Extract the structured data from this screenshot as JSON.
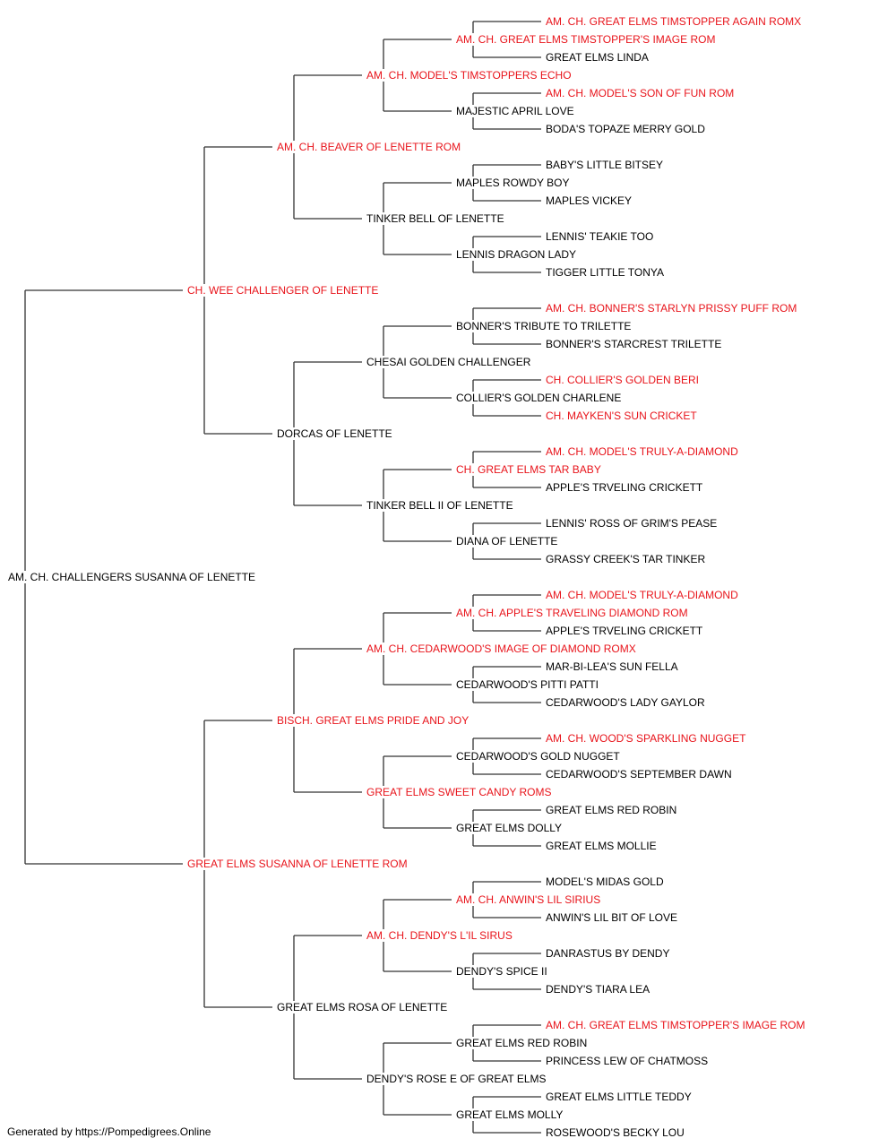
{
  "colors": {
    "champion": "#e8141b",
    "normal": "#000000",
    "line": "#333333"
  },
  "footer": "Generated by https://Pompedigrees.Online",
  "pedigree": {
    "name": "AM. CH. CHALLENGERS SUSANNA OF LENETTE",
    "champion": false,
    "sire": {
      "name": "CH. WEE CHALLENGER OF LENETTE",
      "champion": true,
      "sire": {
        "name": "AM. CH. BEAVER OF LENETTE ROM",
        "champion": true,
        "sire": {
          "name": "AM. CH. MODEL'S TIMSTOPPERS ECHO",
          "champion": true,
          "sire": {
            "name": "AM. CH. GREAT ELMS TIMSTOPPER'S IMAGE ROM",
            "champion": true,
            "sire": {
              "name": "AM. CH. GREAT ELMS TIMSTOPPER AGAIN ROMX",
              "champion": true
            },
            "dam": {
              "name": "GREAT ELMS LINDA",
              "champion": false
            }
          },
          "dam": {
            "name": "MAJESTIC APRIL LOVE",
            "champion": false,
            "sire": {
              "name": "AM. CH. MODEL'S SON OF FUN ROM",
              "champion": true
            },
            "dam": {
              "name": "BODA'S TOPAZE MERRY GOLD",
              "champion": false
            }
          }
        },
        "dam": {
          "name": "TINKER BELL OF LENETTE",
          "champion": false,
          "sire": {
            "name": "MAPLES ROWDY BOY",
            "champion": false,
            "sire": {
              "name": "BABY'S LITTLE BITSEY",
              "champion": false
            },
            "dam": {
              "name": "MAPLES VICKEY",
              "champion": false
            }
          },
          "dam": {
            "name": "LENNIS DRAGON LADY",
            "champion": false,
            "sire": {
              "name": "LENNIS' TEAKIE TOO",
              "champion": false
            },
            "dam": {
              "name": "TIGGER LITTLE TONYA",
              "champion": false
            }
          }
        }
      },
      "dam": {
        "name": "DORCAS OF LENETTE",
        "champion": false,
        "sire": {
          "name": "CHESAI GOLDEN CHALLENGER",
          "champion": false,
          "sire": {
            "name": "BONNER'S TRIBUTE TO TRILETTE",
            "champion": false,
            "sire": {
              "name": "AM. CH. BONNER'S STARLYN PRISSY PUFF ROM",
              "champion": true
            },
            "dam": {
              "name": "BONNER'S STARCREST TRILETTE",
              "champion": false
            }
          },
          "dam": {
            "name": "COLLIER'S GOLDEN CHARLENE",
            "champion": false,
            "sire": {
              "name": "CH. COLLIER'S GOLDEN BERI",
              "champion": true
            },
            "dam": {
              "name": "CH. MAYKEN'S SUN CRICKET",
              "champion": true
            }
          }
        },
        "dam": {
          "name": "TINKER BELL II OF LENETTE",
          "champion": false,
          "sire": {
            "name": "CH. GREAT ELMS TAR BABY",
            "champion": true,
            "sire": {
              "name": "AM. CH. MODEL'S TRULY-A-DIAMOND",
              "champion": true
            },
            "dam": {
              "name": "APPLE'S TRVELING CRICKETT",
              "champion": false
            }
          },
          "dam": {
            "name": "DIANA OF LENETTE",
            "champion": false,
            "sire": {
              "name": "LENNIS' ROSS OF GRIM'S PEASE",
              "champion": false
            },
            "dam": {
              "name": "GRASSY CREEK'S TAR TINKER",
              "champion": false
            }
          }
        }
      }
    },
    "dam": {
      "name": "GREAT ELMS SUSANNA OF LENETTE ROM",
      "champion": true,
      "sire": {
        "name": "BISCH. GREAT ELMS PRIDE AND JOY",
        "champion": true,
        "sire": {
          "name": "AM. CH. CEDARWOOD'S IMAGE OF DIAMOND ROMX",
          "champion": true,
          "sire": {
            "name": "AM. CH. APPLE'S TRAVELING DIAMOND ROM",
            "champion": true,
            "sire": {
              "name": "AM. CH. MODEL'S TRULY-A-DIAMOND",
              "champion": true
            },
            "dam": {
              "name": "APPLE'S TRVELING CRICKETT",
              "champion": false
            }
          },
          "dam": {
            "name": "CEDARWOOD'S PITTI PATTI",
            "champion": false,
            "sire": {
              "name": "MAR-BI-LEA'S SUN FELLA",
              "champion": false
            },
            "dam": {
              "name": "CEDARWOOD'S LADY GAYLOR",
              "champion": false
            }
          }
        },
        "dam": {
          "name": "GREAT ELMS SWEET CANDY ROMS",
          "champion": true,
          "sire": {
            "name": "CEDARWOOD'S GOLD NUGGET",
            "champion": false,
            "sire": {
              "name": "AM. CH. WOOD'S SPARKLING NUGGET",
              "champion": true
            },
            "dam": {
              "name": "CEDARWOOD'S SEPTEMBER DAWN",
              "champion": false
            }
          },
          "dam": {
            "name": "GREAT ELMS DOLLY",
            "champion": false,
            "sire": {
              "name": "GREAT ELMS RED ROBIN",
              "champion": false
            },
            "dam": {
              "name": "GREAT ELMS MOLLIE",
              "champion": false
            }
          }
        }
      },
      "dam": {
        "name": "GREAT ELMS ROSA OF LENETTE",
        "champion": false,
        "sire": {
          "name": "AM. CH. DENDY'S L'IL SIRUS",
          "champion": true,
          "sire": {
            "name": "AM. CH. ANWIN'S LIL SIRIUS",
            "champion": true,
            "sire": {
              "name": "MODEL'S MIDAS GOLD",
              "champion": false
            },
            "dam": {
              "name": "ANWIN'S LIL BIT OF LOVE",
              "champion": false
            }
          },
          "dam": {
            "name": "DENDY'S SPICE II",
            "champion": false,
            "sire": {
              "name": "DANRASTUS BY DENDY",
              "champion": false
            },
            "dam": {
              "name": "DENDY'S TIARA LEA",
              "champion": false
            }
          }
        },
        "dam": {
          "name": "DENDY'S ROSE E OF GREAT ELMS",
          "champion": false,
          "sire": {
            "name": "GREAT ELMS RED ROBIN",
            "champion": false,
            "sire": {
              "name": "AM. CH. GREAT ELMS TIMSTOPPER'S IMAGE ROM",
              "champion": true
            },
            "dam": {
              "name": "PRINCESS LEW OF CHATMOSS",
              "champion": false
            }
          },
          "dam": {
            "name": "GREAT ELMS MOLLY",
            "champion": false,
            "sire": {
              "name": "GREAT ELMS LITTLE TEDDY",
              "champion": false
            },
            "dam": {
              "name": "ROSEWOOD'S BECKY LOU",
              "champion": false
            }
          }
        }
      }
    }
  }
}
